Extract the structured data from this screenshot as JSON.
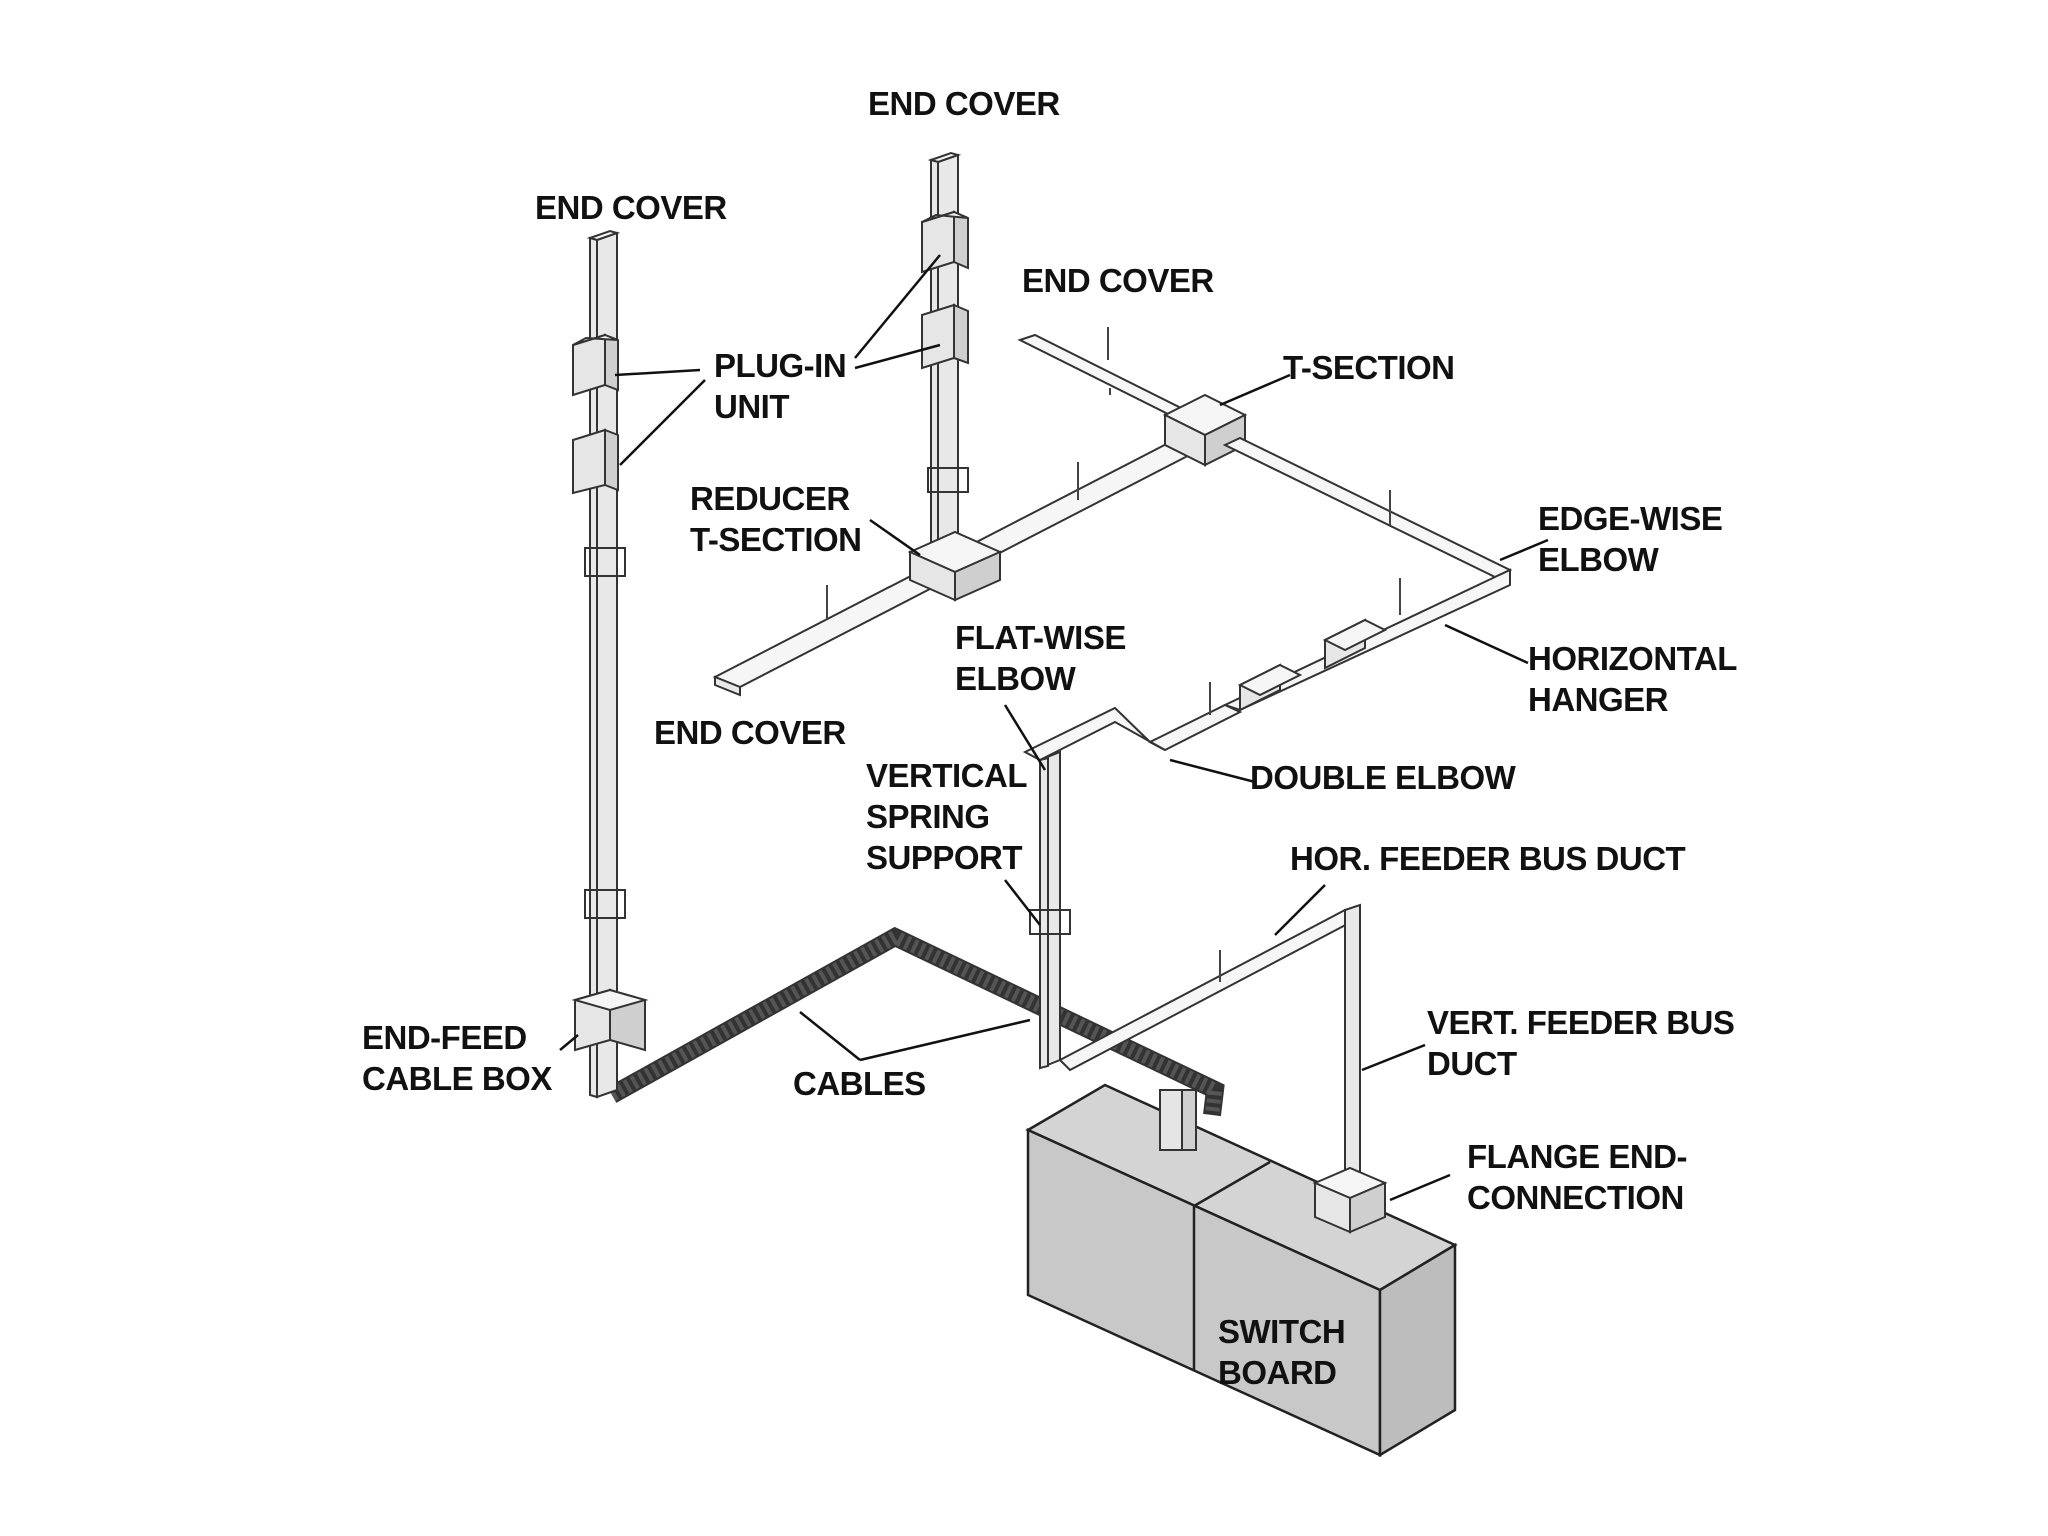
{
  "labels": {
    "end_cover_left": "END COVER",
    "end_cover_top": "END COVER",
    "end_cover_right": "END COVER",
    "end_cover_bottom": "END COVER",
    "plug_in_unit_1": "PLUG-IN",
    "plug_in_unit_2": "UNIT",
    "t_section": "T-SECTION",
    "reducer_1": "REDUCER",
    "reducer_2": "T-SECTION",
    "edge_wise_1": "EDGE-WISE",
    "edge_wise_2": "ELBOW",
    "flat_wise_1": "FLAT-WISE",
    "flat_wise_2": "ELBOW",
    "horizontal_hanger_1": "HORIZONTAL",
    "horizontal_hanger_2": "HANGER",
    "double_elbow": "DOUBLE ELBOW",
    "vertical_spring_1": "VERTICAL",
    "vertical_spring_2": "SPRING",
    "vertical_spring_3": "SUPPORT",
    "hor_feeder": "HOR. FEEDER BUS DUCT",
    "end_feed_1": "END-FEED",
    "end_feed_2": "CABLE BOX",
    "cables": "CABLES",
    "vert_feeder_1": "VERT. FEEDER BUS",
    "vert_feeder_2": "DUCT",
    "flange_1": "FLANGE END-",
    "flange_2": "CONNECTION",
    "switch_board_1": "SWITCH",
    "switch_board_2": "BOARD"
  }
}
